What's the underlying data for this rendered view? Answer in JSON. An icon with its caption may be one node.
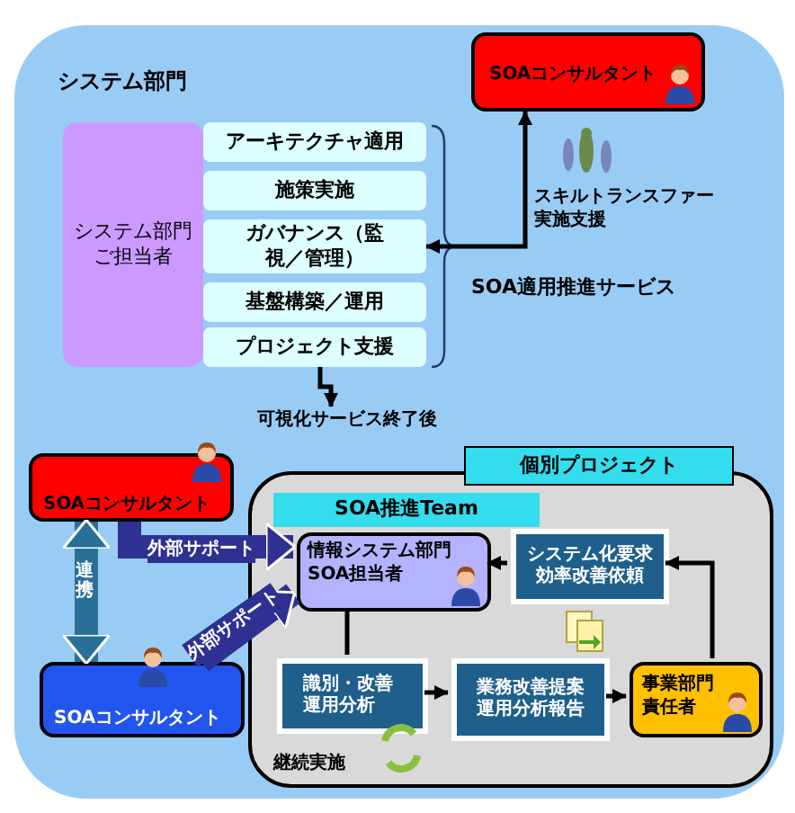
{
  "diagram": {
    "nodes": [
      {
        "text": [
          "システム部門"
        ]
      },
      {
        "text": [
          "SOAコンサルタント"
        ],
        "in": 0
      },
      {
        "text": [
          "システム部門ご担当者"
        ],
        "in": 0
      },
      {
        "text": [
          "アーキテクチャ適用"
        ],
        "in": 0
      },
      {
        "text": [
          "施策実施"
        ],
        "in": 0
      },
      {
        "text": [
          "ガバナンス（監視／管理）"
        ],
        "in": 0
      },
      {
        "text": [
          "基盤構築／運用"
        ],
        "in": 0
      },
      {
        "text": [
          "プロジェクト支援"
        ],
        "in": 0
      },
      {
        "text": [
          "可視化サービス終了後"
        ],
        "in": 0
      },
      {
        "text": [
          "SOAコンサルタント"
        ],
        "in": 0
      },
      {
        "text": [
          "個別プロジェクト",
          "継続実施"
        ],
        "in": 0
      },
      {
        "text": [
          "SOA推進Team"
        ],
        "in": 10
      },
      {
        "text": [
          "情報システム部門SOA担当者"
        ],
        "in": 10
      },
      {
        "text": [
          "システム化要求効率改善依頼"
        ],
        "in": 10
      },
      {
        "text": [
          "識別・改善運用分析"
        ],
        "in": 10
      },
      {
        "text": [
          "業務改善提案運用分析報告"
        ],
        "in": 10
      },
      {
        "text": [
          "事業部門責任者"
        ],
        "in": 10
      },
      {
        "text": [
          "SOAコンサルタント"
        ],
        "in": 0
      }
    ],
    "edges": [
      {
        "from": 5,
        "to": 1,
        "arrow": "both",
        "label": "スキルトランスファー実施支援"
      },
      {
        "from": 7,
        "to": 8,
        "arrow": "to"
      },
      {
        "from": 9,
        "to": 17,
        "arrow": "both",
        "label": "連携",
        "style": "thick",
        "color": "#2a6f97"
      },
      {
        "from": 9,
        "to": 12,
        "arrow": "to",
        "label": "外部サポート",
        "style": "thick",
        "color": "#2e3192"
      },
      {
        "from": 17,
        "to": 12,
        "arrow": "to",
        "label": "外部サポート",
        "style": "thick",
        "color": "#2e3192"
      },
      {
        "from": 13,
        "to": 12,
        "arrow": "to"
      },
      {
        "from": 16,
        "to": 13,
        "arrow": "to"
      },
      {
        "from": 12,
        "to": 14,
        "arrow": "none"
      },
      {
        "from": 14,
        "to": 15,
        "arrow": "to"
      },
      {
        "from": 15,
        "to": 16,
        "arrow": "to"
      }
    ],
    "labels": [
      "SOA適用推進サービス"
    ]
  }
}
